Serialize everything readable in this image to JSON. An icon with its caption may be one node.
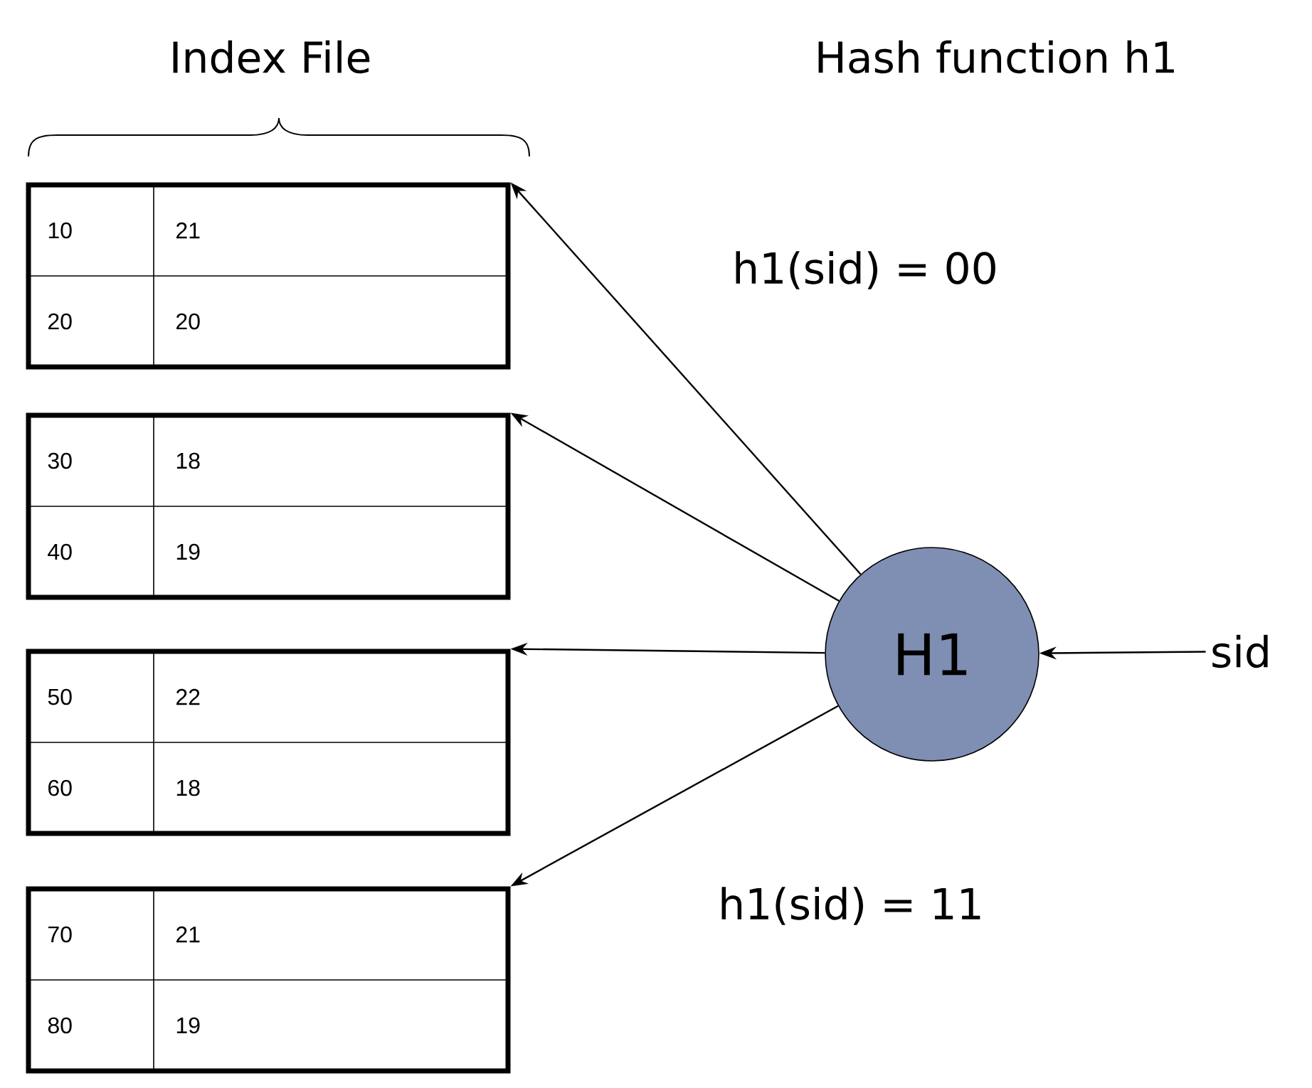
{
  "diagram": {
    "nodes": [
      {
        "text": [
          "10",
          "21",
          "20",
          "20"
        ]
      },
      {
        "text": [
          "30",
          "18",
          "40",
          "19"
        ]
      },
      {
        "text": [
          "50",
          "22",
          "60",
          "18"
        ]
      },
      {
        "text": [
          "70",
          "21",
          "80",
          "19"
        ]
      },
      {
        "text": [
          "H1"
        ]
      },
      {
        "text": [
          "sid"
        ]
      }
    ],
    "edges": [
      {
        "from": 4,
        "to": 0,
        "arrow": "to"
      },
      {
        "from": 4,
        "to": 1,
        "arrow": "to"
      },
      {
        "from": 4,
        "to": 2,
        "arrow": "to"
      },
      {
        "from": 4,
        "to": 3,
        "arrow": "to"
      },
      {
        "from": 5,
        "to": 4,
        "arrow": "to"
      }
    ],
    "labels": [
      "Index File",
      "Hash function h1",
      "h1(sid) = 00",
      "h1(sid) = 11"
    ]
  }
}
